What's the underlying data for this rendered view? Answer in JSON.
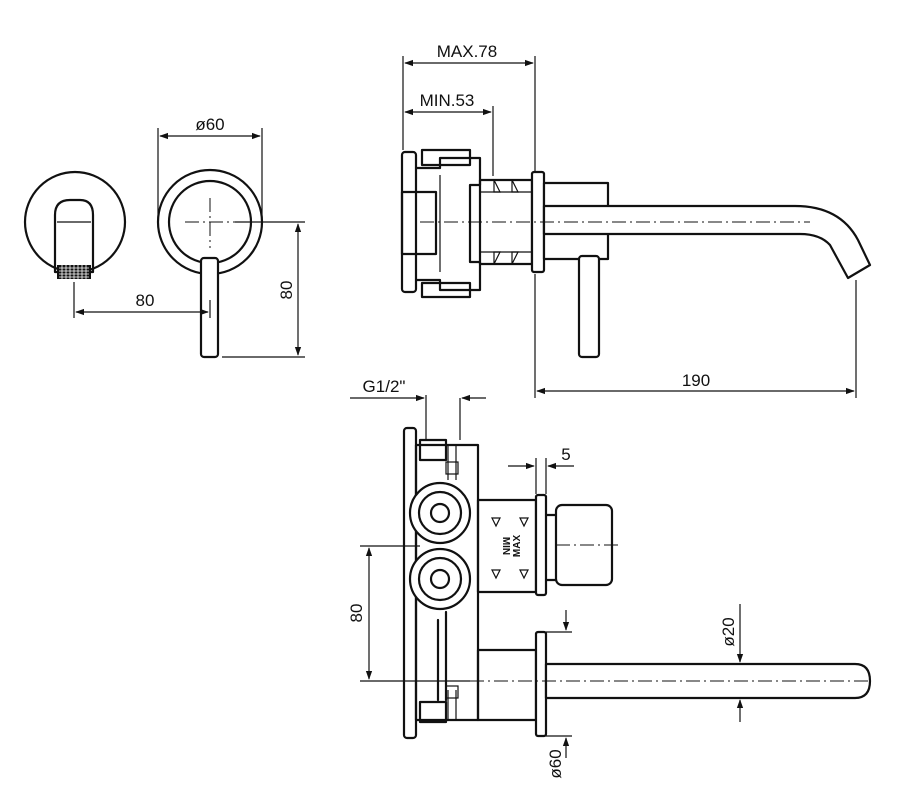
{
  "dimensions": {
    "max_depth": "MAX.78",
    "min_depth": "MIN.53",
    "plate_diameter": "ø60",
    "spout_offset": "80",
    "handle_height": "80",
    "spout_length": "190",
    "thread_size": "G1/2\"",
    "plate_thickness": "5",
    "inlet_spacing": "80",
    "spout_diameter": "ø20",
    "rear_plate_diameter": "ø60"
  },
  "depth_markers": {
    "min_label": "MIN",
    "max_label": "MAX"
  }
}
